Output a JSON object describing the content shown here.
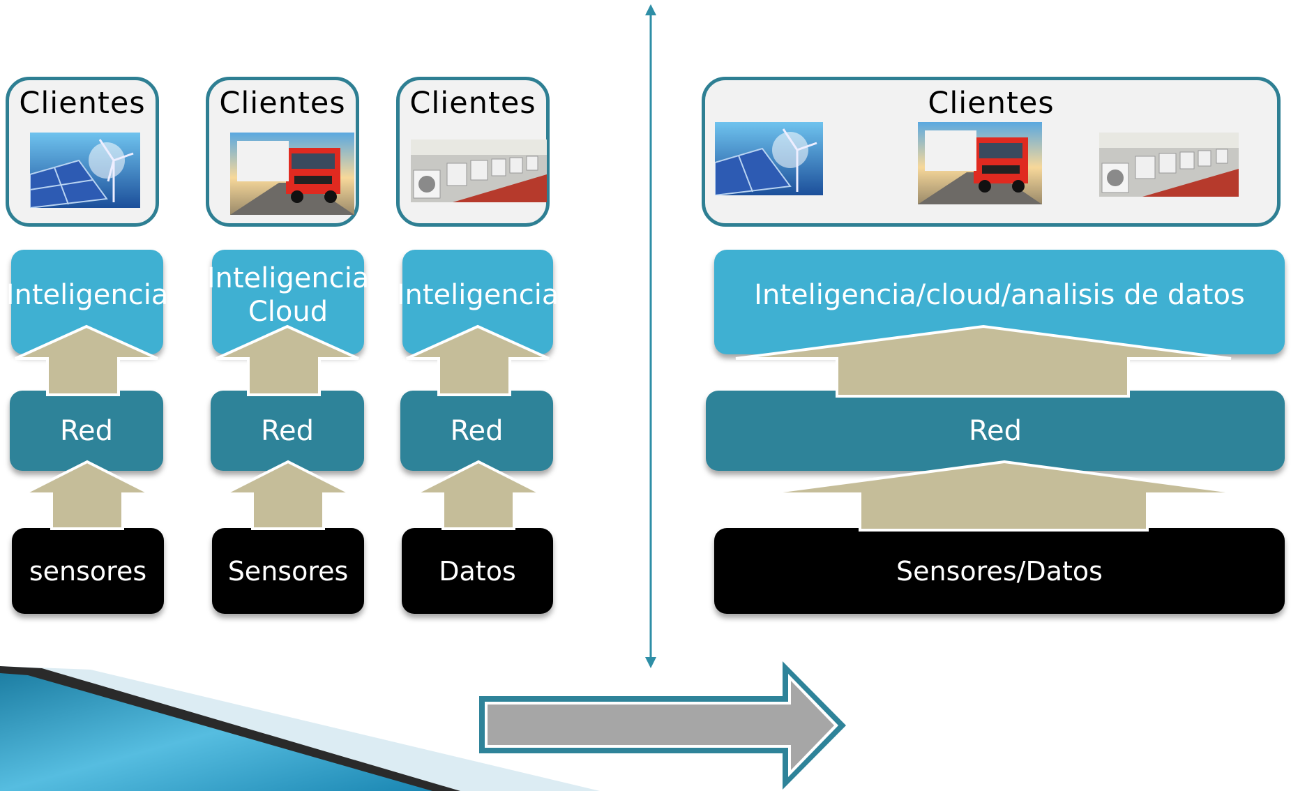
{
  "left_stacks": [
    {
      "client": "Clientes",
      "intel": "Inteligencia",
      "red": "Red",
      "bottom": "sensores",
      "image": "solar-wind-icon"
    },
    {
      "client": "Clientes",
      "intel_line1": "Inteligencia",
      "intel_line2": "Cloud",
      "red": "Red",
      "bottom": "Sensores",
      "image": "truck-icon"
    },
    {
      "client": "Clientes",
      "intel": "Inteligencia",
      "red": "Red",
      "bottom": "Datos",
      "image": "factory-icon"
    }
  ],
  "right_stack": {
    "client": "Clientes",
    "intel": "Inteligencia/cloud/analisis de datos",
    "red": "Red",
    "bottom": "Sensores/Datos",
    "images": [
      "solar-wind-icon",
      "truck-icon",
      "factory-icon"
    ]
  },
  "colors": {
    "intel": "#3fb0d2",
    "red": "#2e8399",
    "sensors": "#000000",
    "arrow_up": "#c5bd99",
    "box_border": "#2e7f93",
    "big_arrow": "#a6a6a6"
  }
}
